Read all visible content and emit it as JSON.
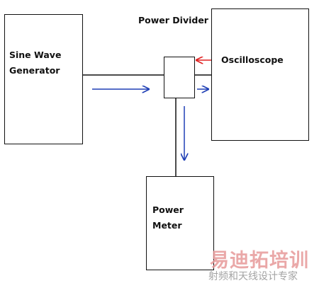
{
  "diagram": {
    "title": "Power Divider",
    "blocks": {
      "generator": "Sine Wave\nGenerator",
      "oscilloscope": "Oscilloscope",
      "power_meter": "Power\nMeter"
    }
  },
  "colors": {
    "line": "#111111",
    "forward_arrow": "#1f3fb5",
    "reflected_arrow": "#e02020",
    "watermark_main": "#e79a9a",
    "watermark_sub": "#9a9a9a"
  },
  "watermark": {
    "main": "易迪拓培训",
    "sub": "射频和天线设计专家"
  }
}
